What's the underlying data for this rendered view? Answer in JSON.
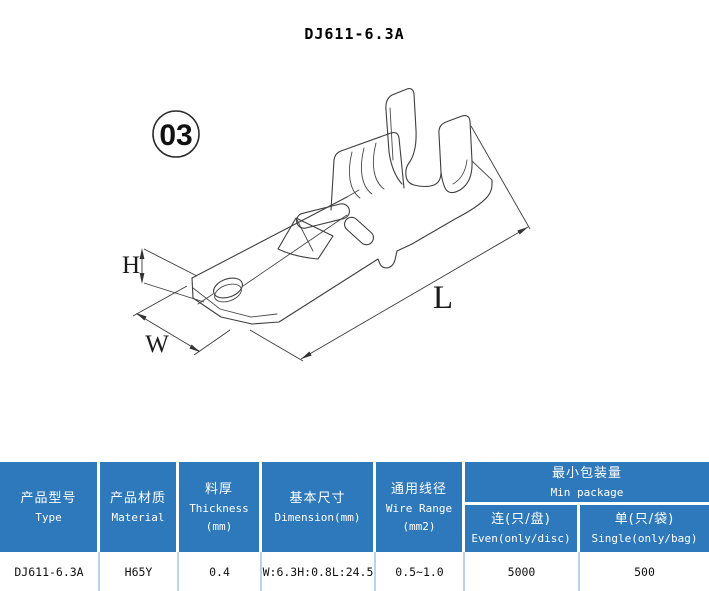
{
  "title": "DJ611-6.3A",
  "drawing": {
    "balloon": "03",
    "dim_labels": {
      "height": "H",
      "width": "W",
      "length": "L"
    }
  },
  "table": {
    "headers": {
      "type": {
        "zh": "产品型号",
        "en": "Type"
      },
      "material": {
        "zh": "产品材质",
        "en": "Material"
      },
      "thickness": {
        "zh": "料厚",
        "en": "Thickness",
        "unit": "(mm)"
      },
      "dimension": {
        "zh": "基本尺寸",
        "en": "Dimension(mm)"
      },
      "wire_range": {
        "zh": "通用线径",
        "en": "Wire Range",
        "unit": "(mm2)"
      },
      "min_package": {
        "zh": "最小包装量",
        "en": "Min package",
        "reel": {
          "zh": "连(只/盘)",
          "en": "Even(only/disc)"
        },
        "bag": {
          "zh": "单(只/袋)",
          "en": "Single(only/bag)"
        }
      }
    },
    "row": {
      "type": "DJ611-6.3A",
      "material": "H65Y",
      "thickness": "0.4",
      "dimension": "W:6.3H:0.8L:24.5",
      "wire_range": "0.5~1.0",
      "reel_qty": "5000",
      "bag_qty": "500"
    }
  },
  "colors": {
    "header_bg": "#2E78BC",
    "header_text": "#FFFFFF",
    "grid_light": "#B9D3EC",
    "line": "#3E3E3E"
  }
}
